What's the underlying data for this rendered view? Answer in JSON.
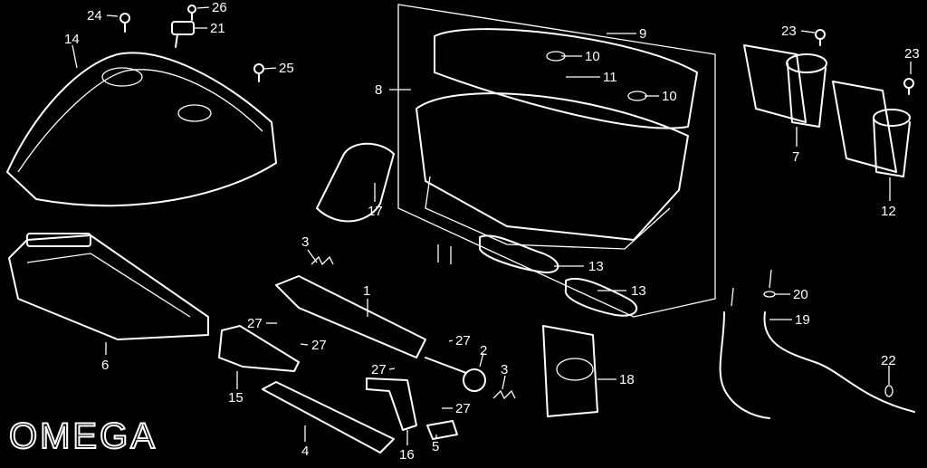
{
  "brand": {
    "logo_text": "OMEGA"
  },
  "callouts": [
    "24",
    "26",
    "21",
    "14",
    "25",
    "9",
    "10",
    "11",
    "10",
    "8",
    "23",
    "23",
    "7",
    "12",
    "17",
    "3",
    "13",
    "13",
    "1",
    "6",
    "27",
    "27",
    "27",
    "2",
    "27",
    "3",
    "18",
    "20",
    "19",
    "22",
    "15",
    "4",
    "16",
    "5",
    "27"
  ],
  "colors": {
    "background": "#000000",
    "line": "#ffffff"
  }
}
